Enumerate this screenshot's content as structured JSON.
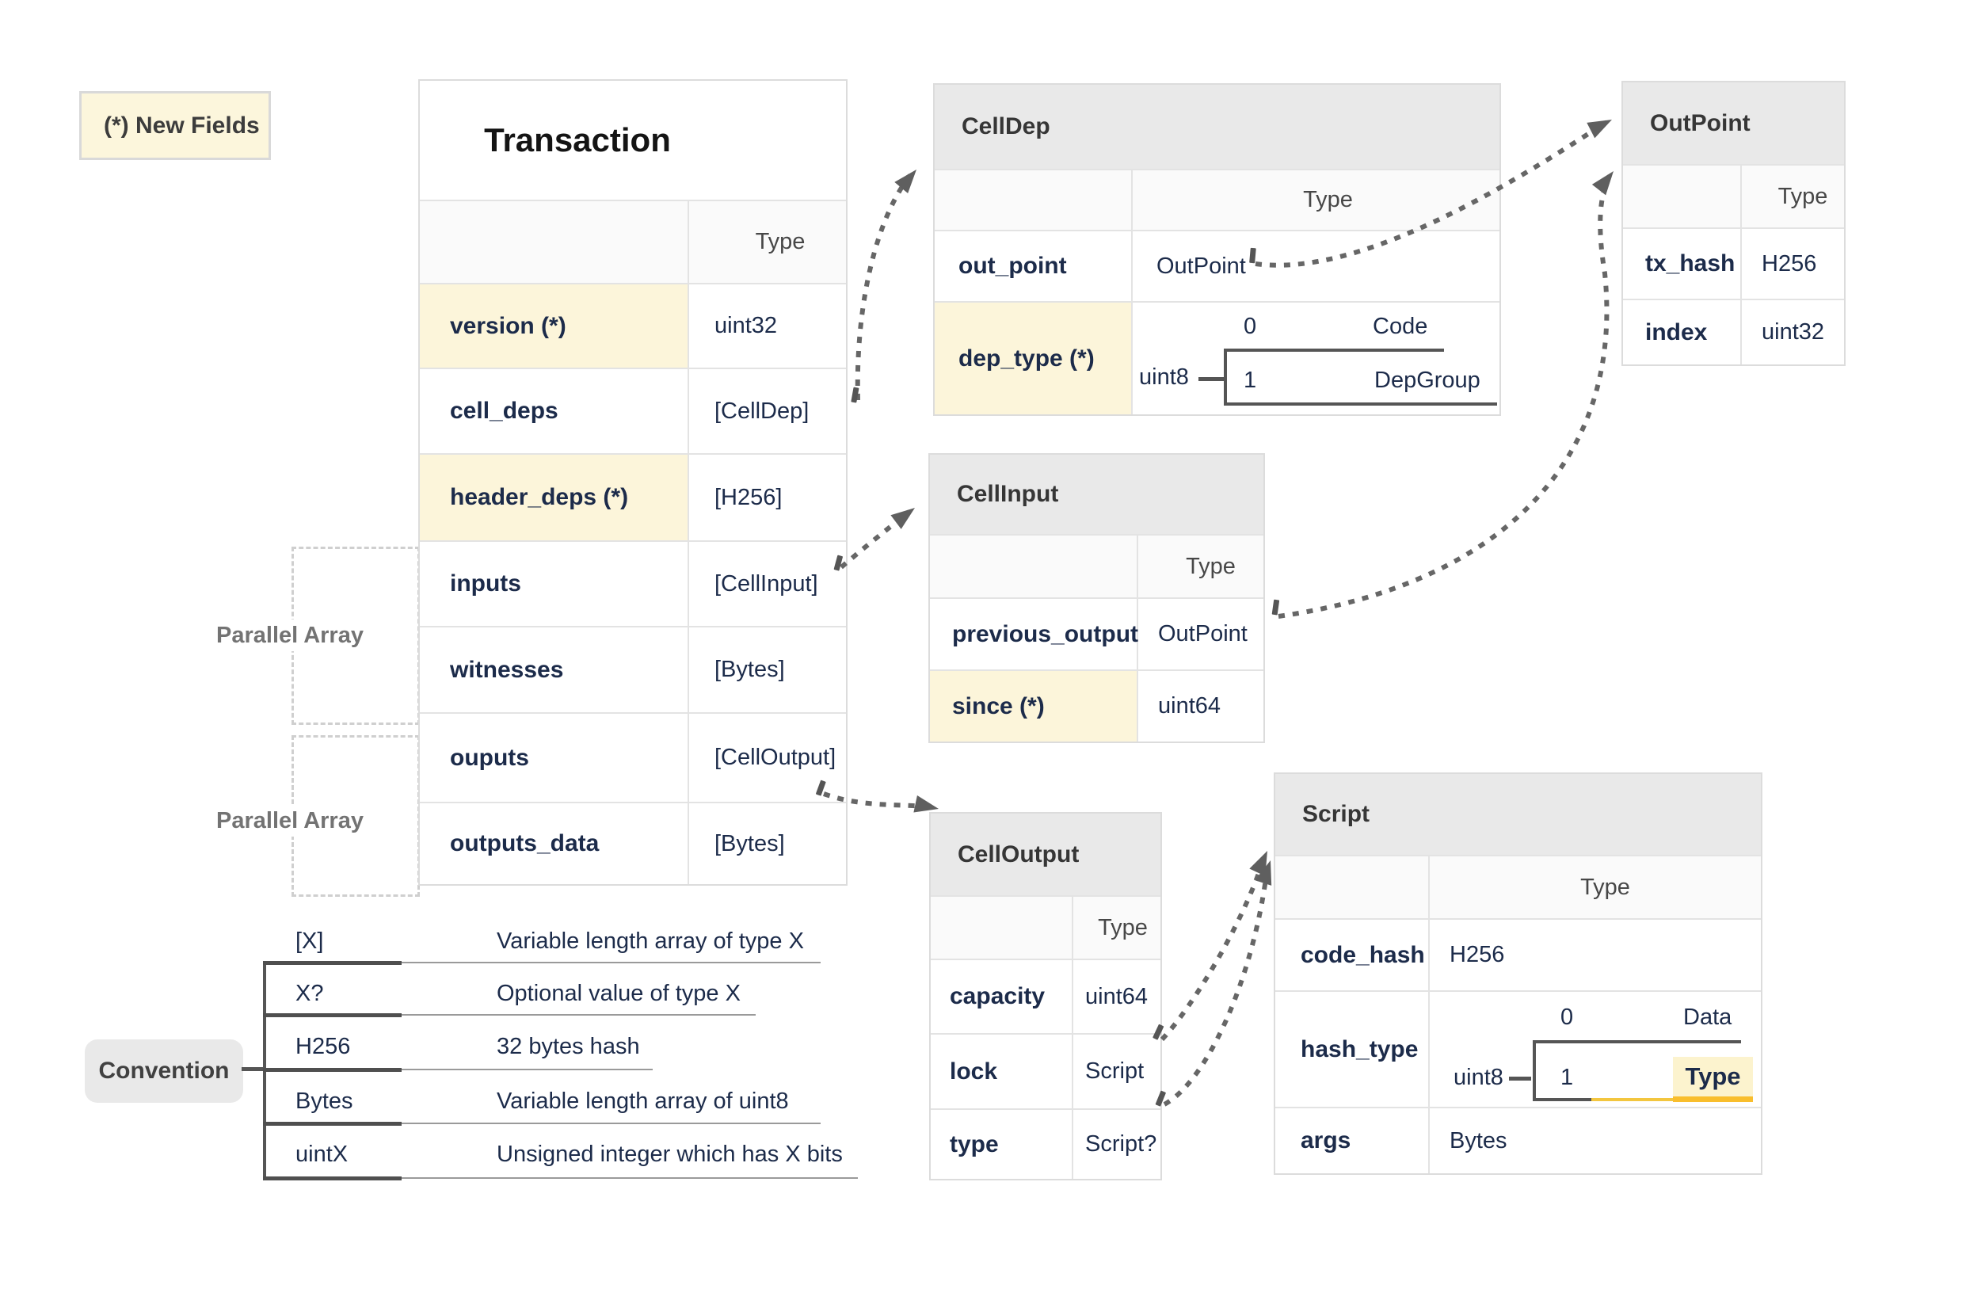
{
  "colors": {
    "highlight_row": "#fcf5da",
    "enum_highlight": "#fcf3ce",
    "gold_underline": "#f9be2d",
    "header_gray": "#e9e9e9",
    "arrow_gray": "#666666",
    "text_navy": "#1c2b4a"
  },
  "legend": {
    "new_fields": "(*) New Fields"
  },
  "parallel_arrays": {
    "label": "Parallel Array"
  },
  "transaction": {
    "title": "Transaction",
    "type_header": "Type",
    "rows": [
      {
        "name": "version (*)",
        "type": "uint32",
        "highlight": true
      },
      {
        "name": "cell_deps",
        "type": "[CellDep]",
        "highlight": false
      },
      {
        "name": "header_deps (*)",
        "type": "[H256]",
        "highlight": true
      },
      {
        "name": "inputs",
        "type": "[CellInput]",
        "highlight": false
      },
      {
        "name": "witnesses",
        "type": "[Bytes]",
        "highlight": false
      },
      {
        "name": "ouputs",
        "type": "[CellOutput]",
        "highlight": false
      },
      {
        "name": "outputs_data",
        "type": "[Bytes]",
        "highlight": false
      }
    ]
  },
  "celldep": {
    "title": "CellDep",
    "type_header": "Type",
    "rows": [
      {
        "name": "out_point",
        "type": "OutPoint",
        "highlight": false
      },
      {
        "name": "dep_type (*)",
        "highlight": true
      }
    ],
    "enum": {
      "base": "uint8",
      "options": [
        {
          "value": "0",
          "label": "Code"
        },
        {
          "value": "1",
          "label": "DepGroup"
        }
      ]
    }
  },
  "outpoint": {
    "title": "OutPoint",
    "type_header": "Type",
    "rows": [
      {
        "name": "tx_hash",
        "type": "H256"
      },
      {
        "name": "index",
        "type": "uint32"
      }
    ]
  },
  "cellinput": {
    "title": "CellInput",
    "type_header": "Type",
    "rows": [
      {
        "name": "previous_output",
        "type": "OutPoint",
        "highlight": false
      },
      {
        "name": "since (*)",
        "type": "uint64",
        "highlight": true
      }
    ]
  },
  "celloutput": {
    "title": "CellOutput",
    "type_header": "Type",
    "rows": [
      {
        "name": "capacity",
        "type": "uint64"
      },
      {
        "name": "lock",
        "type": "Script"
      },
      {
        "name": "type",
        "type": "Script?"
      }
    ]
  },
  "script": {
    "title": "Script",
    "type_header": "Type",
    "rows": [
      {
        "name": "code_hash",
        "type": "H256"
      },
      {
        "name": "hash_type"
      },
      {
        "name": "args",
        "type": "Bytes"
      }
    ],
    "enum": {
      "base": "uint8",
      "options": [
        {
          "value": "0",
          "label": "Data",
          "highlighted": false
        },
        {
          "value": "1",
          "label": "Type",
          "highlighted": true
        }
      ]
    }
  },
  "convention": {
    "label": "Convention",
    "rows": [
      {
        "term": "[X]",
        "description": "Variable length array of type X"
      },
      {
        "term": "X?",
        "description": "Optional value of type X"
      },
      {
        "term": "H256",
        "description": "32 bytes hash"
      },
      {
        "term": "Bytes",
        "description": "Variable length array of uint8"
      },
      {
        "term": "uintX",
        "description": "Unsigned integer which has X bits"
      }
    ]
  }
}
